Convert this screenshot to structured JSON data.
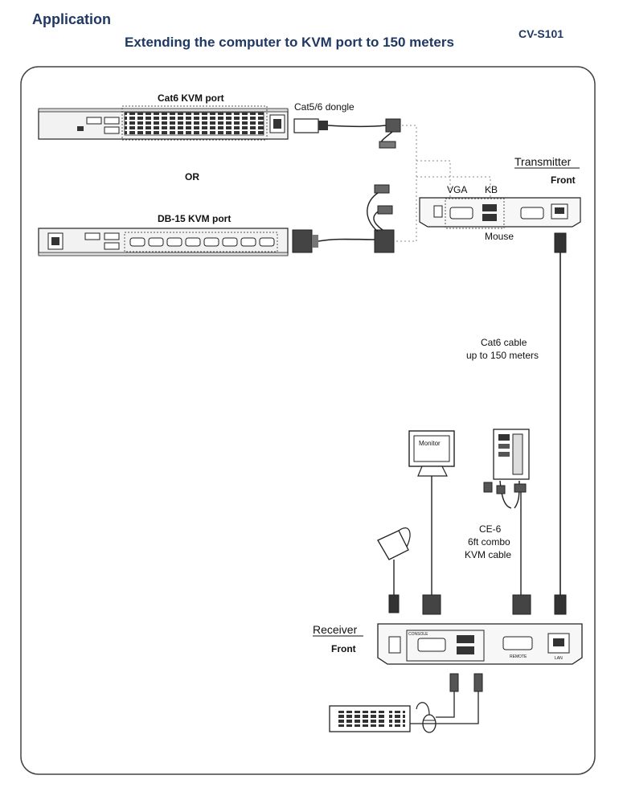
{
  "header": {
    "section": "Application",
    "subtitle": "Extending the computer to KVM port to 150 meters",
    "model": "CV-S101"
  },
  "labels": {
    "cat6_kvm_port": "Cat6 KVM port",
    "dongle": "Cat5/6 dongle",
    "or": "OR",
    "db15_kvm_port": "DB-15  KVM port",
    "transmitter": "Transmitter",
    "transmitter_front": "Front",
    "vga": "VGA",
    "kb": "KB",
    "mouse": "Mouse",
    "cable_line1": "Cat6 cable",
    "cable_line2": "up to 150 meters",
    "monitor": "Monitor",
    "combo_line1": "CE-6",
    "combo_line2": "6ft combo",
    "combo_line3": "KVM cable",
    "receiver": "Receiver",
    "receiver_front": "Front",
    "console": "CONSOLE",
    "remote": "REMOTE",
    "lan": "LAN"
  },
  "colors": {
    "title": "#1f3864",
    "device_fill": "#f2f2f2",
    "stroke": "#222222",
    "dotted": "#888888"
  }
}
